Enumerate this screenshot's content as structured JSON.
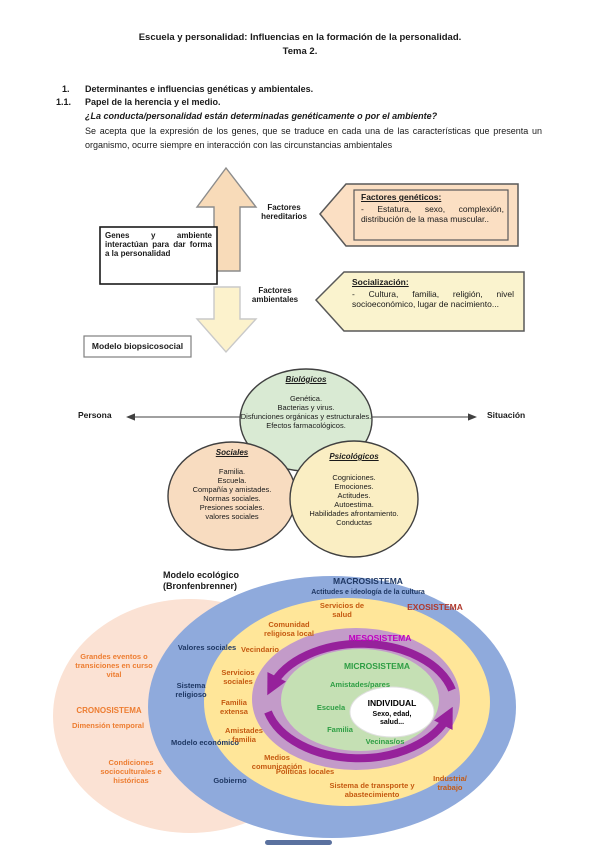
{
  "header": {
    "title": "Escuela y personalidad: Influencias en la formación de la personalidad.",
    "subtitle": "Tema 2."
  },
  "sections": {
    "n1": "1.",
    "h1": "Determinantes e influencias genéticas y ambientales.",
    "n11": "1.1.",
    "h11": "Papel de la herencia y el medio.",
    "question": "¿La conducta/personalidad están determinadas genéticamente o por el ambiente?",
    "paragraph": "Se acepta que la expresión de los genes, que se traduce en cada una de las características que presenta un organismo, ocurre siempre en interacción con las circunstancias ambientales"
  },
  "factors": {
    "genes_box": "Genes y ambiente interactúan para dar forma a la personalidad",
    "hereditary": "Factores hereditarios",
    "environmental": "Factores ambientales",
    "genetic_title": "Factores genéticos:",
    "genetic_body": "- Estatura, sexo, complexión, distribución de la masa muscular..",
    "social_title": "Socialización:",
    "social_body": "- Cultura, familia, religión, nivel socioeconómico, lugar de nacimiento...",
    "model": "Modelo biopsicosocial"
  },
  "venn": {
    "persona": "Persona",
    "situacion": "Situación",
    "bio": {
      "title": "Biológicos",
      "l0": "Genética.",
      "l1": "Bacterias y virus.",
      "l2": "Disfunciones orgánicas y estructurales.",
      "l3": "Efectos farmacológicos."
    },
    "soc": {
      "title": "Sociales",
      "l0": "Familia.",
      "l1": "Escuela.",
      "l2": "Compañía y amistades.",
      "l3": "Normas sociales.",
      "l4": "Presiones sociales.",
      "l5": "valores sociales"
    },
    "psy": {
      "title": "Psicológicos",
      "l0": "Cogniciones.",
      "l1": "Emociones.",
      "l2": "Actitudes.",
      "l3": "Autoestima.",
      "l4": "Habilidades afrontamiento.",
      "l5": "Conductas"
    }
  },
  "eco": {
    "title": "Modelo ecológico (Bronfenbrenner)",
    "macro": "MACROSISTEMA",
    "macro_sub": "Actitudes e ideología de la cultura",
    "valores": "Valores sociales",
    "sistema_religioso": "Sistema religioso",
    "modelo_economico": "Modelo económico",
    "gobierno": "Gobierno",
    "crono_top": "Grandes eventos o transiciones en curso vital",
    "crono": "CRONOSISTEMA",
    "crono_sub": "Dimensión temporal",
    "crono_bottom": "Condiciones socioculturales e históricas",
    "exo": "EXOSISTEMA",
    "servicios_salud": "Servicios de salud",
    "comunidad": "Comunidad religiosa local",
    "vecindario": "Vecindario",
    "servicios_sociales": "Servicios sociales",
    "familia_extensa": "Familia extensa",
    "amistades_familia": "Amistades familia",
    "medios": "Medios comunicación",
    "politicas": "Políticas locales",
    "transporte": "Sistema de transporte y abastecimiento",
    "industria": "Industria/ trabajo",
    "meso": "MESOSISTEMA",
    "micro": "MICROSISTEMA",
    "amistades_pares": "Amistades/pares",
    "escuela": "Escuela",
    "familia": "Familia",
    "vecinas": "Vecinas/os",
    "individual": "INDIVIDUAL",
    "individual_sub": "Sexo, edad, salud..."
  },
  "colors": {
    "accent_orange": "#ED7D31",
    "navy": "#1F3864",
    "exo_red": "#B03A2E",
    "exo_orange": "#C55A11",
    "meso_magenta": "#C000C0",
    "micro_green": "#2E9E44",
    "blue_fill": "#8FAADC",
    "yellow_fill": "#FFE699",
    "purple_fill": "#C39BC9",
    "green_fill": "#C5E0B4",
    "peach_fill": "#FBE2D4",
    "arrow_magenta": "#96219B",
    "up_arrow_fill": "#F8DBB9",
    "down_arrow_fill": "#FCF2CC",
    "genetic_fill": "#FBDFC3",
    "social_fill": "#FAF3CE",
    "venn_bio_fill": "#D9EAD3",
    "venn_soc_fill": "#F8DCC0",
    "venn_psy_fill": "#FAEEC3"
  }
}
